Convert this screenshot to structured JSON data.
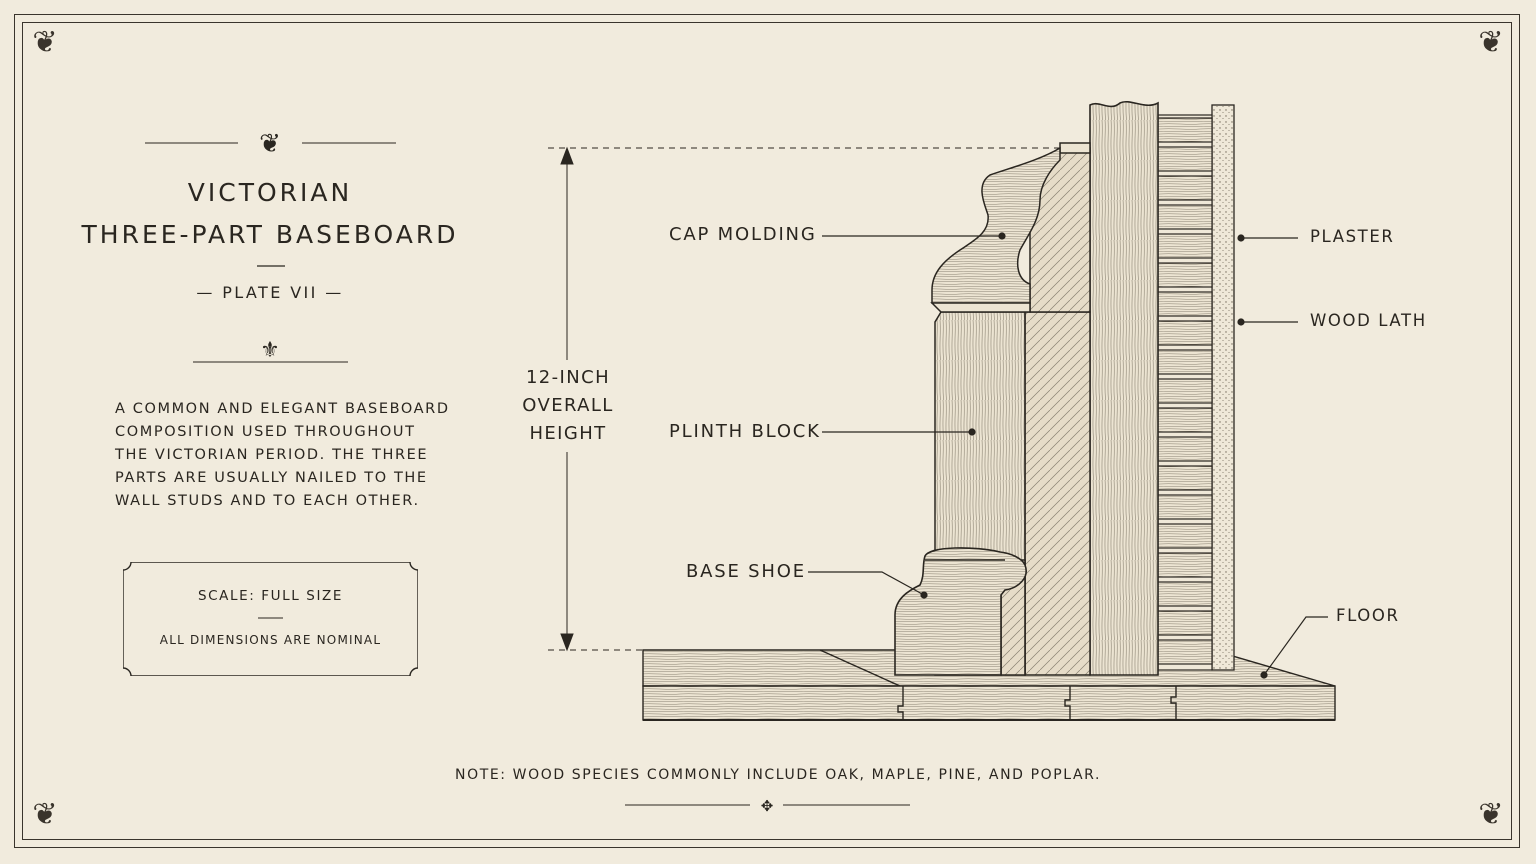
{
  "header": {
    "title_line1": "VICTORIAN",
    "title_line2": "THREE-PART BASEBOARD",
    "plate": "— PLATE VII —"
  },
  "description": "A COMMON AND ELEGANT BASEBOARD\nCOMPOSITION USED THROUGHOUT\nTHE VICTORIAN PERIOD.  THE THREE\nPARTS ARE USUALLY NAILED TO THE\nWALL STUDS AND TO EACH OTHER.",
  "scale_box": {
    "scale": "SCALE: FULL SIZE",
    "dimensions": "ALL DIMENSIONS ARE NOMINAL"
  },
  "diagram": {
    "height_label": "12-INCH\nOVERALL\nHEIGHT",
    "labels": {
      "cap_molding": "CAP MOLDING",
      "plinth_block": "PLINTH BLOCK",
      "base_shoe": "BASE SHOE",
      "plaster": "PLASTER",
      "wood_lath": "WOOD LATH",
      "floor": "FLOOR"
    }
  },
  "note": "NOTE:  WOOD SPECIES  COMMONLY INCLUDE OAK, MAPLE, PINE, AND POPLAR.",
  "colors": {
    "paper": "#f1ebdd",
    "ink": "#2a2620",
    "wood": "#ece4d2"
  },
  "icons": {
    "corner": "fleur-corner-ornament",
    "divider": "fleur-divider-ornament"
  }
}
